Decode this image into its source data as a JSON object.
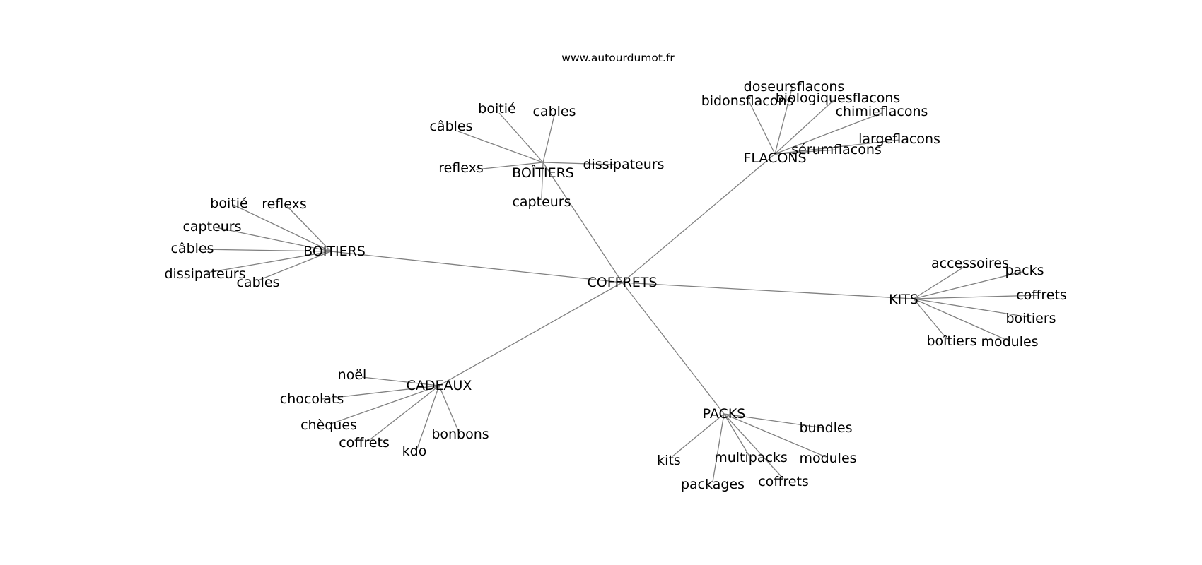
{
  "site": "www.autourdumot.fr",
  "graph": {
    "center": "COFFRETS",
    "clusters": [
      {
        "hub": "BOÎTIERS",
        "leaves": [
          "boitié",
          "cables",
          "câbles",
          "reflexs",
          "dissipateurs",
          "capteurs"
        ]
      },
      {
        "hub": "FLACONS",
        "leaves": [
          "doseursflacons",
          "bidonsflacons",
          "biologiquesflacons",
          "chimieflacons",
          "largeflacons",
          "sérumflacons"
        ]
      },
      {
        "hub": "BOITIERS",
        "leaves": [
          "boitié",
          "reflexs",
          "capteurs",
          "câbles",
          "dissipateurs",
          "cables"
        ]
      },
      {
        "hub": "KITS",
        "leaves": [
          "accessoires",
          "packs",
          "coffrets",
          "boitiers",
          "boîtiers",
          "modules"
        ]
      },
      {
        "hub": "CADEAUX",
        "leaves": [
          "noël",
          "chocolats",
          "chèques",
          "coffrets",
          "kdo",
          "bonbons"
        ]
      },
      {
        "hub": "PACKS",
        "leaves": [
          "bundles",
          "kits",
          "multipacks",
          "modules",
          "packages",
          "coffrets"
        ]
      }
    ]
  }
}
